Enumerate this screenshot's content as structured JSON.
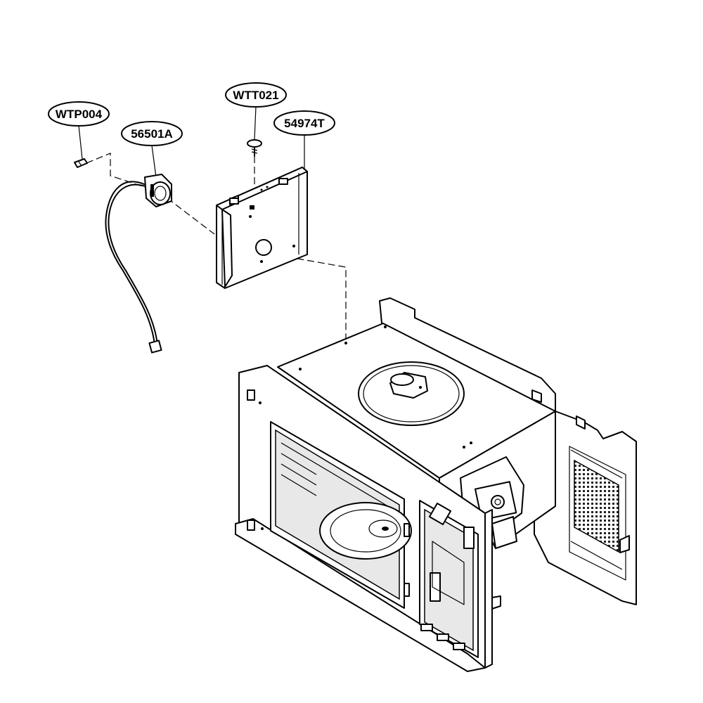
{
  "diagram": {
    "callouts": [
      {
        "id": "wtp004",
        "label": "WTP004"
      },
      {
        "id": "56501a",
        "label": "56501A"
      },
      {
        "id": "wtt021",
        "label": "WTT021"
      },
      {
        "id": "54974t",
        "label": "54974T"
      }
    ]
  }
}
